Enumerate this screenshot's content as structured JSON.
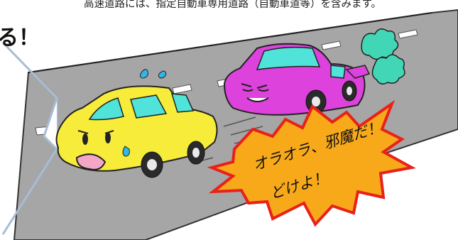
{
  "caption": "高速道路には、指定自動車専用道路（自動車道等）を含みます。",
  "headline": "る！",
  "speech": {
    "line1": "オラオラ、邪魔だ！",
    "line2": "どけよ！"
  },
  "colors": {
    "road": "#a6a6a6",
    "yellow_car": "#f7ec3a",
    "pink_car": "#dd42dc",
    "burst": "#f7a91a",
    "burst_outline": "#e8211b",
    "exhaust": "#41d7b6",
    "panel_outline": "#a7bcd6",
    "sweat": "#35b5e5"
  }
}
